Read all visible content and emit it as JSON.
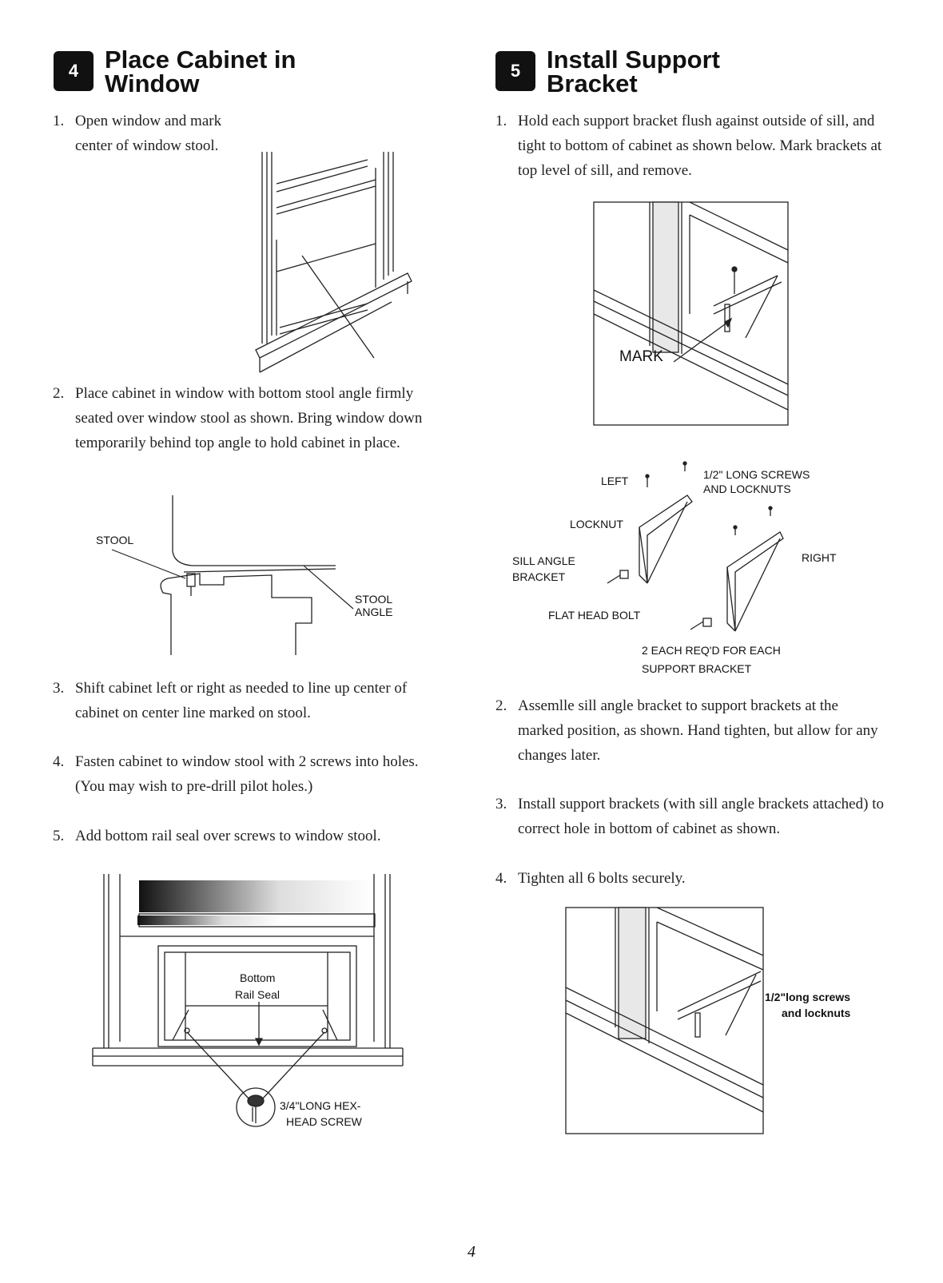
{
  "left": {
    "badge": "4",
    "title_line1": "Place Cabinet in",
    "title_line2": "Window",
    "steps": [
      {
        "num": "1.",
        "text": "Open window and mark center of window stool."
      },
      {
        "num": "2.",
        "text": "Place cabinet in window with bottom stool angle firmly seated over window stool as shown. Bring window down temporarily behind top angle to hold cabinet in place."
      },
      {
        "num": "3.",
        "text": "Shift cabinet left or right as needed to line up center of cabinet on center line marked on stool."
      },
      {
        "num": "4.",
        "text": "Fasten cabinet to window stool with 2 screws into holes.(You may wish to pre-drill pilot holes.)"
      },
      {
        "num": "5.",
        "text": "Add bottom rail seal over screws to window stool."
      }
    ],
    "labels": {
      "stool": "STOOL",
      "stool_angle_1": "STOOL",
      "stool_angle_2": "ANGLE",
      "bottom": "Bottom",
      "rail_seal": "Rail Seal",
      "screw_1": "3/4\"LONG HEX-",
      "screw_2": "HEAD SCREW"
    }
  },
  "right": {
    "badge": "5",
    "title_line1": "Install Support",
    "title_line2": "Bracket",
    "steps": [
      {
        "num": "1.",
        "text": "Hold each support bracket flush against outside of sill, and tight to bottom of cabinet as shown below. Mark brackets at top level of sill, and remove."
      },
      {
        "num": "2.",
        "text": "Assemlle sill angle bracket to support brackets at the marked position, as shown. Hand tighten, but allow for any changes later."
      },
      {
        "num": "3.",
        "text": "Install support brackets (with sill angle brackets attached) to correct hole in bottom of cabinet as shown."
      },
      {
        "num": "4.",
        "text": "Tighten all 6 bolts securely."
      }
    ],
    "labels": {
      "mark": "MARK",
      "left": "LEFT",
      "screws_1": "1/2\" LONG SCREWS",
      "screws_2": "AND LOCKNUTS",
      "locknut": "LOCKNUT",
      "sill_angle": "SILL ANGLE",
      "bracket": "BRACKET",
      "right": "RIGHT",
      "flat_head_bolt": "FLAT HEAD BOLT",
      "each_req_1": "2 EACH REQ'D FOR EACH",
      "each_req_2": "SUPPORT BRACKET",
      "long_screws_1": "1/2\"long screws",
      "long_screws_2": "and locknuts"
    }
  },
  "page_number": "4"
}
